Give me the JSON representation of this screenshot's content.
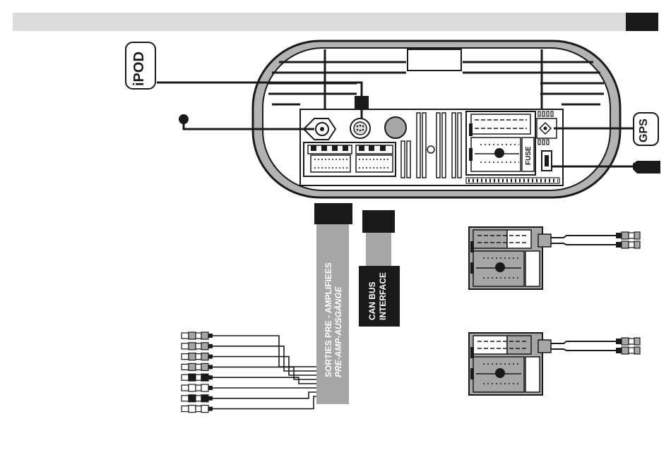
{
  "labels": {
    "ipod": "iPOD",
    "gps": "GPS",
    "fuse": "FUSE",
    "preamp_line1": "SORTIES PRE - AMPLIFIEES",
    "preamp_line2": "PRE-AMP-AUSGÄNGE",
    "canbus_line1": "CAN BUS",
    "canbus_line2": "INTERFACE"
  },
  "colors": {
    "header_bar": "#dcdcdc",
    "header_tab": "#1a1a1a",
    "unit_shell": "#b3b3b3",
    "cable_grey": "#a6a6a6",
    "ink": "#1a1a1a"
  },
  "rca_connectors": {
    "count": 8,
    "fill_pattern": [
      "grey",
      "grey",
      "grey",
      "grey",
      "black",
      "white",
      "black",
      "white"
    ]
  }
}
